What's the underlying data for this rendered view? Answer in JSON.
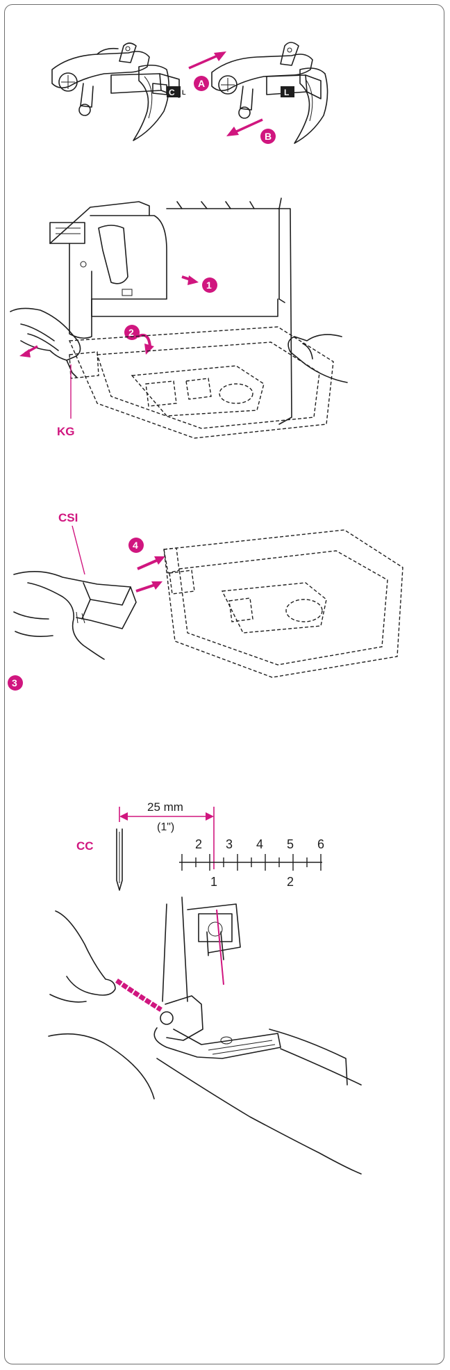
{
  "fig1": {
    "badge_a": "A",
    "badge_b": "B",
    "knob_left": "C",
    "knob_left_small": "L",
    "knob_right": "L"
  },
  "fig2": {
    "step1": "1",
    "step2": "2",
    "label_kg": "KG"
  },
  "fig3": {
    "label_csi": "CSI",
    "step3": "3",
    "step4": "4"
  },
  "fig4": {
    "label_cc": "CC",
    "dimension": "25 mm",
    "dimension_inch": "(1\")",
    "ruler_top": [
      "2",
      "3",
      "4",
      "5",
      "6"
    ],
    "ruler_bottom": [
      "1",
      "2"
    ]
  },
  "colors": {
    "accent": "#d0167f",
    "line": "#1e1e1e",
    "border": "#6d6d6d"
  }
}
